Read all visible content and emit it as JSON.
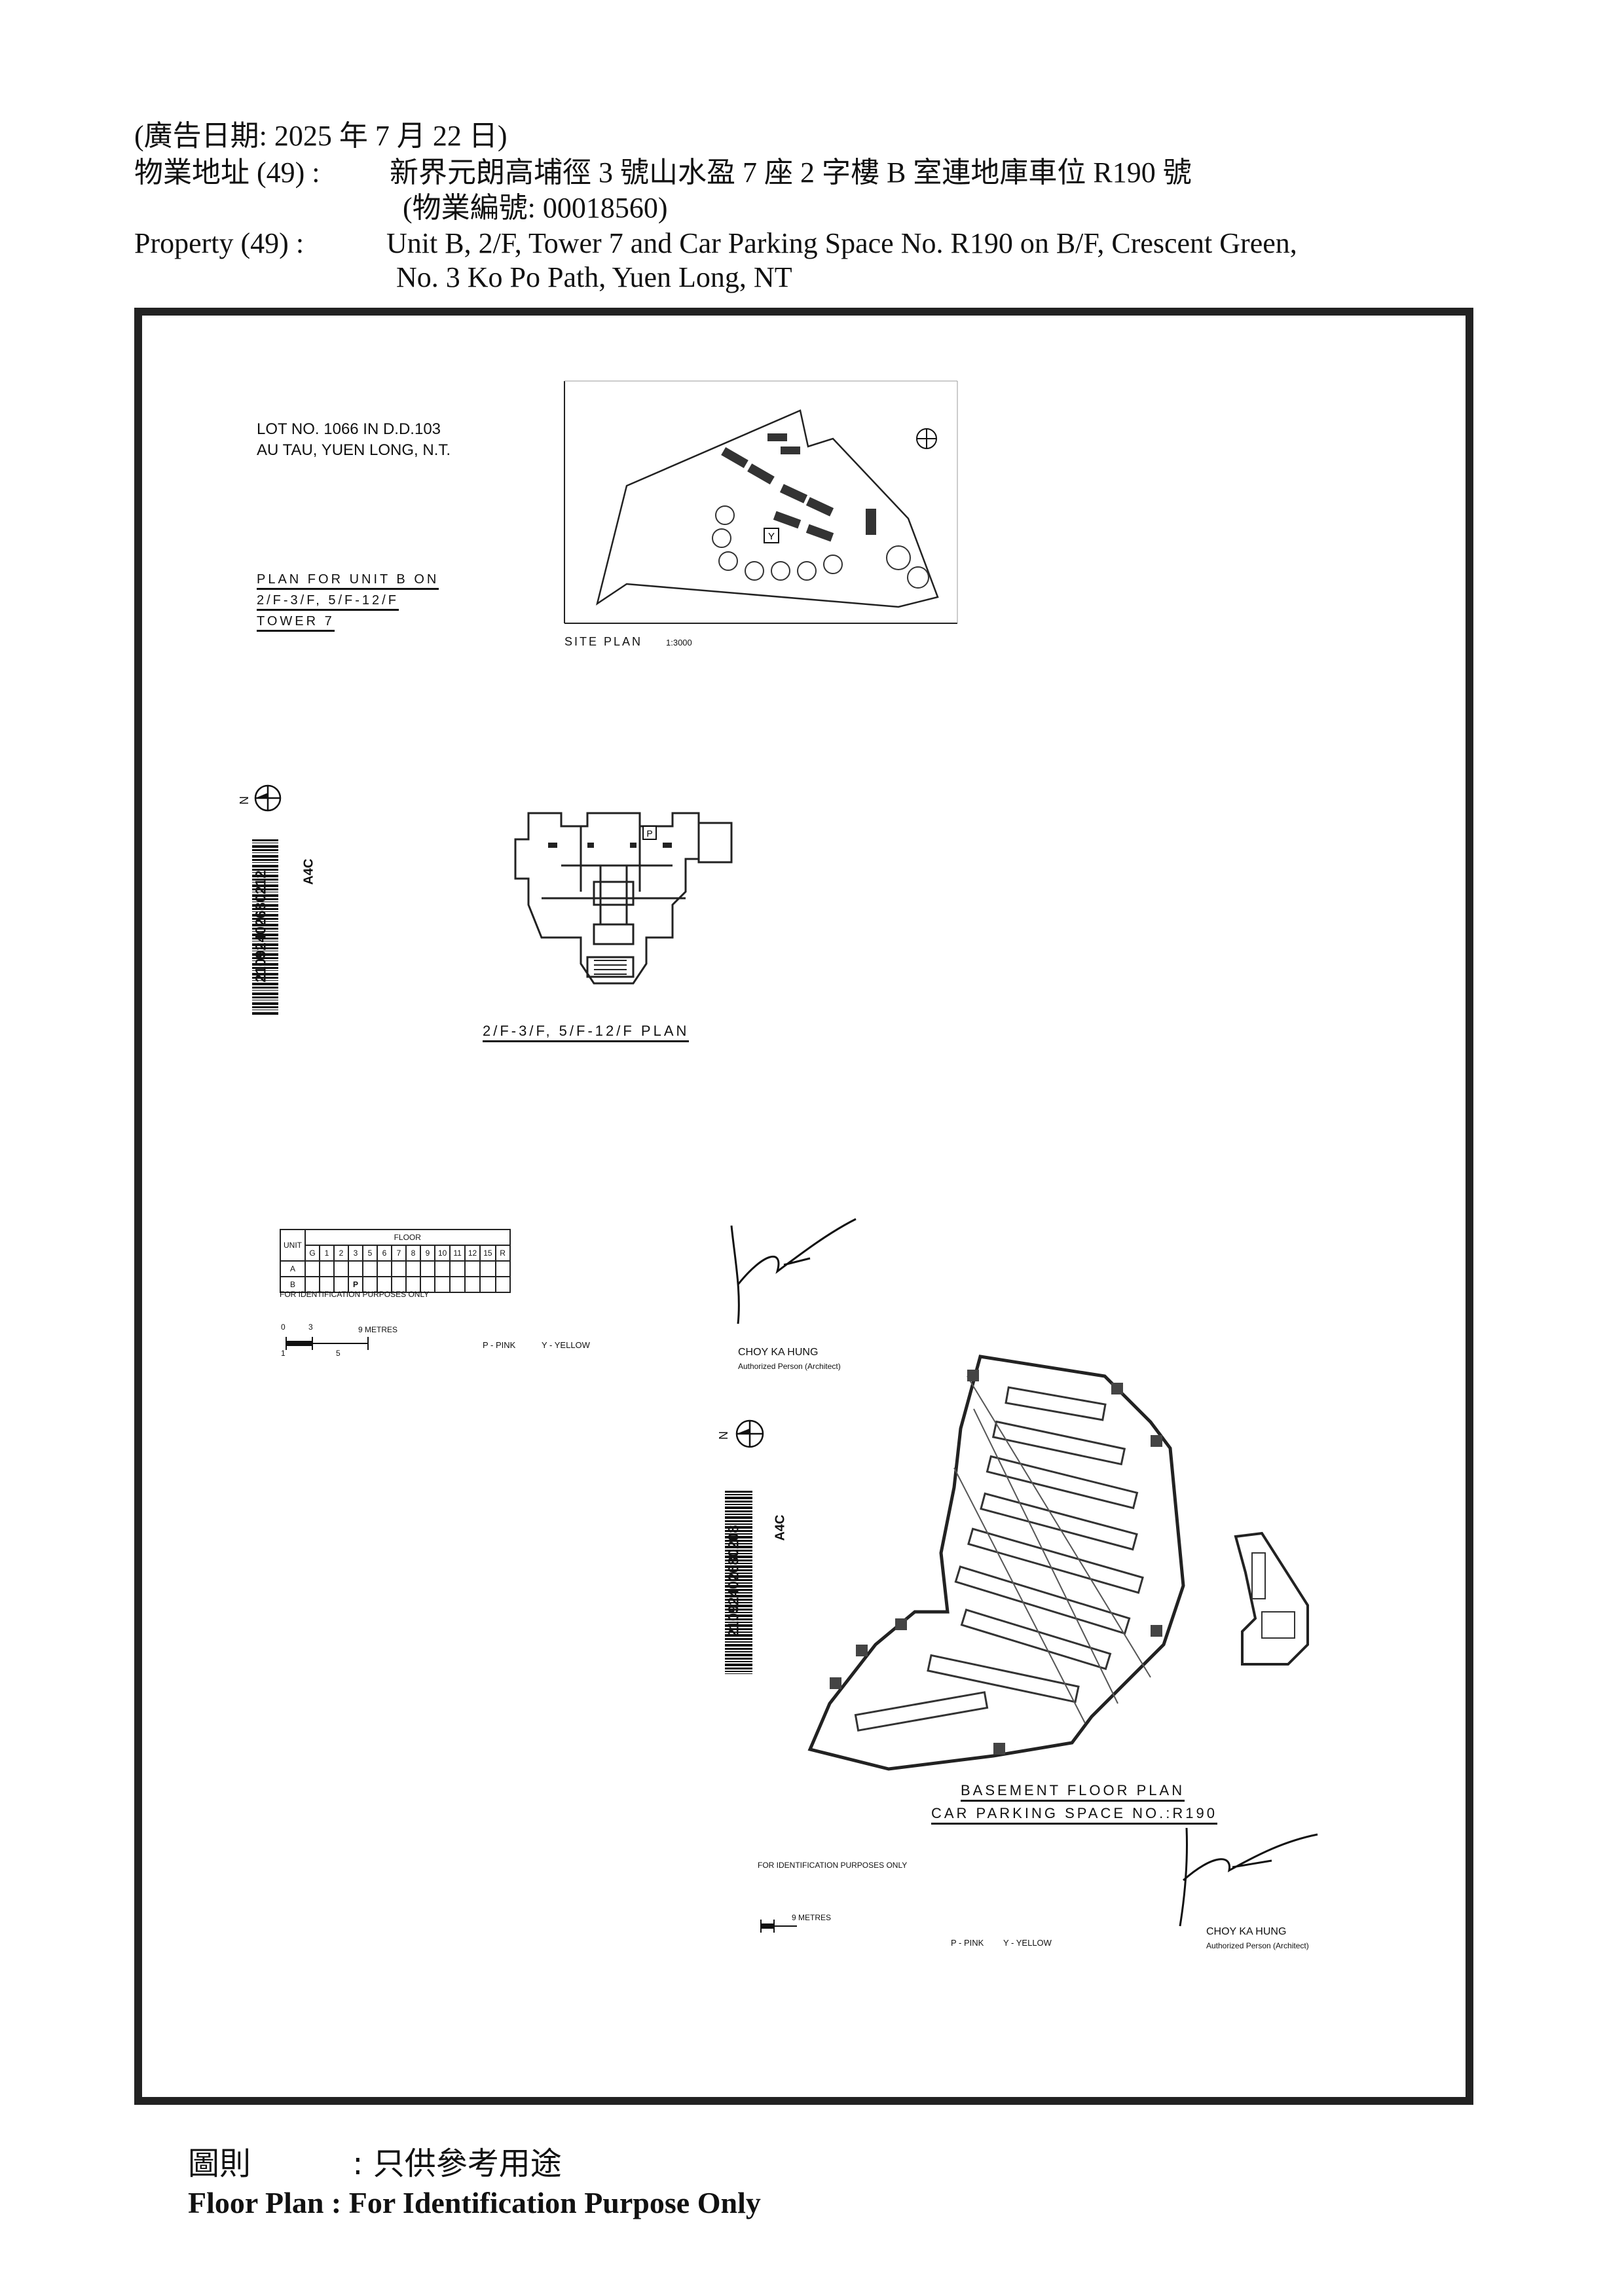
{
  "header": {
    "date_line": "(廣告日期:   2025 年 7 月 22 日)",
    "addr_zh_label": "物業地址  (49) :",
    "addr_zh": "新界元朗高埔徑 3 號山水盈 7 座 2 字樓 B 室連地庫車位 R190 號",
    "prop_no": "(物業編號: 00018560)",
    "addr_en_label": "Property    (49) :",
    "addr_en_1": "Unit B, 2/F, Tower 7 and Car Parking Space No. R190 on B/F, Crescent Green,",
    "addr_en_2": "No. 3 Ko Po Path, Yuen Long, NT"
  },
  "plan": {
    "lot_line1": "LOT NO. 1066 IN D.D.103",
    "lot_line2": "AU TAU, YUEN LONG, N.T.",
    "unit_plan_1": "PLAN FOR UNIT B ON",
    "unit_plan_2": "2/F-3/F, 5/F-12/F",
    "unit_plan_3": "TOWER 7",
    "site_plan": "SITE PLAN",
    "site_scale": "1:3000",
    "y_marker": "Y",
    "p_marker": "P",
    "floor_plan_title": "2/F-3/F, 5/F-12/F PLAN",
    "barcode_text": "21092402680212",
    "barcode_side": "A4C",
    "barcode_text_2": "21092402680208",
    "barcode_side_2": "A4C",
    "table_unit": "UNIT",
    "table_floor": "FLOOR",
    "table_cols": [
      "G",
      "1",
      "2",
      "3",
      "5",
      "6",
      "7",
      "8",
      "9",
      "10",
      "11",
      "12",
      "15",
      "R"
    ],
    "table_rows": [
      "A",
      "B"
    ],
    "table_footnote": "FOR IDENTIFICATION PURPOSES ONLY",
    "scale_label": "9 METRES",
    "scale_ticks": [
      "0",
      "3",
      "1",
      "5"
    ],
    "legend_pink": "P - PINK",
    "legend_yellow": "Y - YELLOW",
    "signer_name": "CHOY KA HUNG",
    "signer_role": "Authorized Person (Architect)",
    "north": "N",
    "basement_title": "BASEMENT FLOOR PLAN",
    "car_space": "CAR PARKING SPACE NO.:R190",
    "basement_footnote": "FOR IDENTIFICATION PURPOSES ONLY",
    "basement_scale": "9 METRES",
    "basement_legend_pink": "P - PINK",
    "basement_legend_yellow": "Y - YELLOW",
    "signer_name_2": "CHOY KA HUNG",
    "signer_role_2": "Authorized Person (Architect)"
  },
  "footer": {
    "zh_label": "圖則",
    "zh_text": ":  只供參考用途",
    "en_text": "Floor Plan : For Identification Purpose Only"
  }
}
